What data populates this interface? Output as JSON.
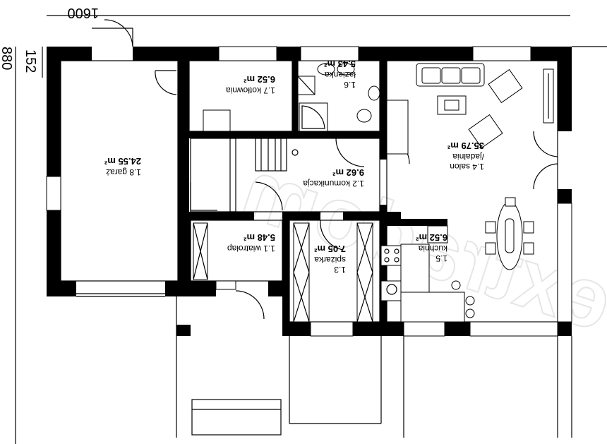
{
  "dimensions": {
    "top": "1600",
    "left_outer": "880",
    "left_inner": "152"
  },
  "watermark": "extradom",
  "rooms": [
    {
      "id": "garaz",
      "name": "1.8 garaż",
      "area": "24.55 m²"
    },
    {
      "id": "kotlownia",
      "name": "1.7 kotłownia",
      "area": "6.52 m²"
    },
    {
      "id": "lazienka",
      "name": "1.6 łazienka",
      "area": "5.43 m²"
    },
    {
      "id": "salon",
      "name": "1.4 salon /jadalnia",
      "area": "35.79 m²"
    },
    {
      "id": "komunikacja",
      "name": "1.2 komunikacja",
      "area": "9.62 m²"
    },
    {
      "id": "wiatrolap",
      "name": "1.1 wiatrołap",
      "area": "5.48 m²"
    },
    {
      "id": "spizarka",
      "name": "1.3 spiżarka",
      "area": "7.05 m²"
    },
    {
      "id": "kuchnia",
      "name": "1.5 kuchnia",
      "area": "6.52 m²"
    }
  ]
}
